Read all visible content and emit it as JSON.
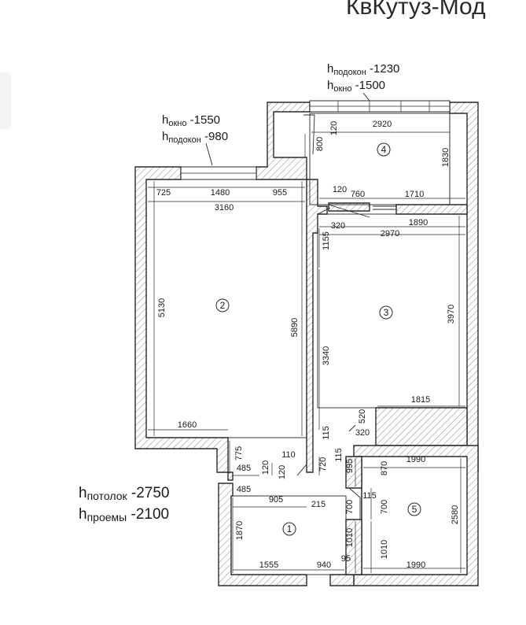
{
  "header": {
    "title": "КвКутуз-Мод"
  },
  "notes": {
    "window_top": {
      "sill_sub": "подокон",
      "sill_val": " -1230",
      "win_sub": "окно",
      "win_val": " -1500"
    },
    "window_left": {
      "win_sub": "окно",
      "win_val": " -1550",
      "sill_sub": "подокон",
      "sill_val": " -980"
    },
    "heights": {
      "ceil_sub": "потолок",
      "ceil_val": " -2750",
      "open_sub": "проемы",
      "open_val": " -2100"
    },
    "h": "h"
  },
  "rooms": [
    "1",
    "2",
    "3",
    "4",
    "5"
  ],
  "dimensions": {
    "d2920": "2920",
    "d800": "800",
    "d120a": "120",
    "d1830": "1830",
    "d725": "725",
    "d1480": "1480",
    "d955": "955",
    "d3160": "3160",
    "d120b": "120",
    "d760": "760",
    "d1710": "1710",
    "d320a": "320",
    "d1890": "1890",
    "d2970": "2970",
    "d1155": "1155",
    "d5130": "5130",
    "d5890": "5890",
    "d3970": "3970",
    "d3340": "3340",
    "d1815": "1815",
    "d520": "520",
    "d320b": "320",
    "d1660": "1660",
    "d115a": "115",
    "d775": "775",
    "d485a": "485",
    "d120c": "120",
    "d120d": "120",
    "d110": "110",
    "d720": "720",
    "d115b": "115",
    "d995": "995",
    "d1990a": "1990",
    "d870": "870",
    "d485b": "485",
    "d905": "905",
    "d215": "215",
    "d115c": "115",
    "d700a": "700",
    "d700b": "700",
    "d2580": "2580",
    "d1870": "1870",
    "d1010a": "1010",
    "d1010b": "1010",
    "d1555": "1555",
    "d940": "940",
    "d95": "95",
    "d1990b": "1990"
  },
  "colors": {
    "ink": "#2a2a2a",
    "background": "#ffffff"
  }
}
